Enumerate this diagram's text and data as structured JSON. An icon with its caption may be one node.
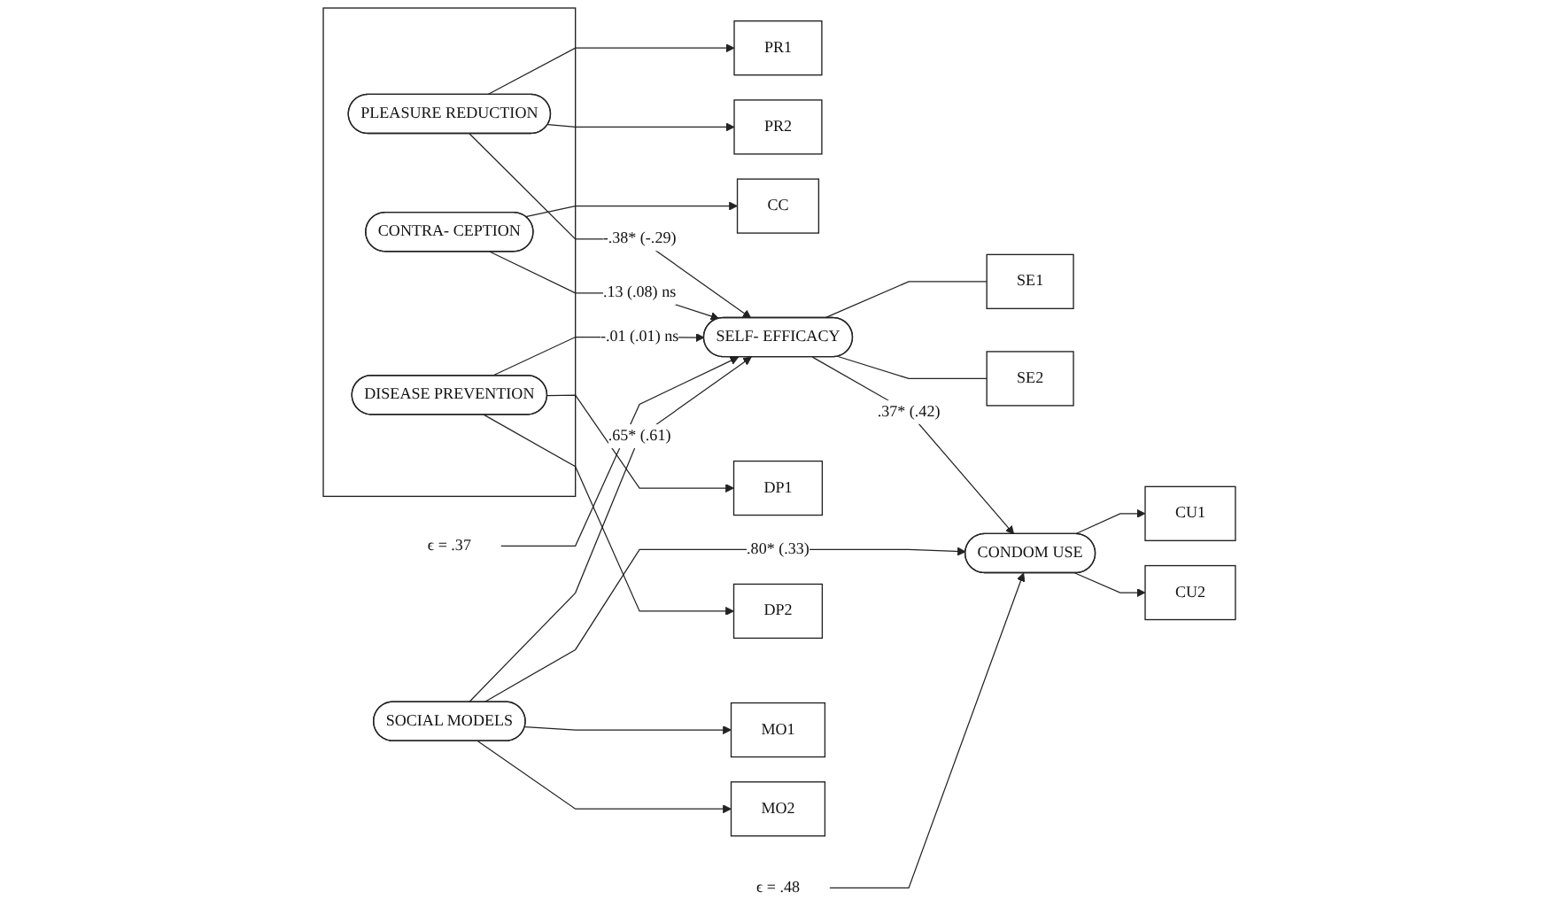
{
  "diagram": {
    "nodes": [
      {
        "text": [],
        "shape": "box"
      },
      {
        "text": [
          "PR1"
        ]
      },
      {
        "text": [
          "PLEASURE REDUCTION"
        ],
        "in": 0
      },
      {
        "text": [
          "SE1"
        ]
      },
      {
        "text": [
          "SE2"
        ]
      },
      {
        "text": [
          "PR2"
        ]
      },
      {
        "text": [
          "CU1"
        ]
      },
      {
        "text": [
          "CC"
        ]
      },
      {
        "text": [
          "CONTRA- CEPTION"
        ],
        "in": 0
      },
      {
        "text": [
          "SELF- EFFICACY"
        ]
      },
      {
        "text": [
          "CONDOM USE"
        ]
      },
      {
        "text": [
          "CU2"
        ]
      },
      {
        "text": [
          "ϵ = .37"
        ]
      },
      {
        "text": [
          "DP1"
        ]
      },
      {
        "text": [
          "ϵ = .48"
        ]
      },
      {
        "text": [
          "DISEASE PREVENTION"
        ],
        "in": 0
      },
      {
        "text": [
          "DP2"
        ]
      },
      {
        "text": [
          "SOCIAL MODELS"
        ]
      },
      {
        "text": [
          "MO1"
        ]
      },
      {
        "text": [
          "MO2"
        ]
      }
    ],
    "edges": [
      {
        "from": 2,
        "to": 1,
        "arrow": "to"
      },
      {
        "from": 2,
        "to": 5,
        "arrow": "to"
      },
      {
        "from": 8,
        "to": 7,
        "arrow": "to"
      },
      {
        "from": 15,
        "to": 13,
        "arrow": "to"
      },
      {
        "from": 15,
        "to": 16,
        "arrow": "to"
      },
      {
        "from": 2,
        "to": 9,
        "arrow": "to",
        "label": "-.38* (-.29)"
      },
      {
        "from": 8,
        "to": 9,
        "arrow": "to",
        "label": ".13 (.08) ns"
      },
      {
        "from": 15,
        "to": 9,
        "arrow": "to",
        "label": "-.01 (.01) ns"
      },
      {
        "from": 9,
        "to": 3,
        "arrow": "none"
      },
      {
        "from": 9,
        "to": 4,
        "arrow": "none"
      },
      {
        "from": 9,
        "to": 10,
        "arrow": "to",
        "label": ".37* (.42)"
      },
      {
        "from": 12,
        "to": 9,
        "arrow": "to"
      },
      {
        "from": 17,
        "to": 9,
        "arrow": "to",
        "label": ".65* (.61)"
      },
      {
        "from": 17,
        "to": 10,
        "arrow": "to",
        "label": ".80* (.33)"
      },
      {
        "from": 14,
        "to": 10,
        "arrow": "to"
      },
      {
        "from": 10,
        "to": 6,
        "arrow": "to"
      },
      {
        "from": 10,
        "to": 11,
        "arrow": "to"
      },
      {
        "from": 17,
        "to": 18,
        "arrow": "to"
      },
      {
        "from": 17,
        "to": 19,
        "arrow": "to"
      }
    ]
  }
}
